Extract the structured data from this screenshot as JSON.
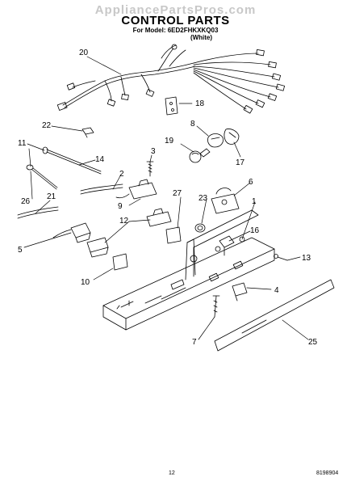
{
  "header": {
    "watermark": "AppliancePartsPros.com",
    "title": "CONTROL PARTS",
    "model_line": "For Model: 6ED2FHKXKQ03",
    "color_line": "(White)"
  },
  "footer": {
    "page_number": "12",
    "document_number": "8198904"
  },
  "callouts": [
    "20",
    "18",
    "22",
    "8",
    "19",
    "17",
    "11",
    "3",
    "14",
    "2",
    "6",
    "27",
    "26",
    "21",
    "23",
    "1",
    "9",
    "12",
    "16",
    "5",
    "13",
    "10",
    "4",
    "7",
    "25"
  ]
}
